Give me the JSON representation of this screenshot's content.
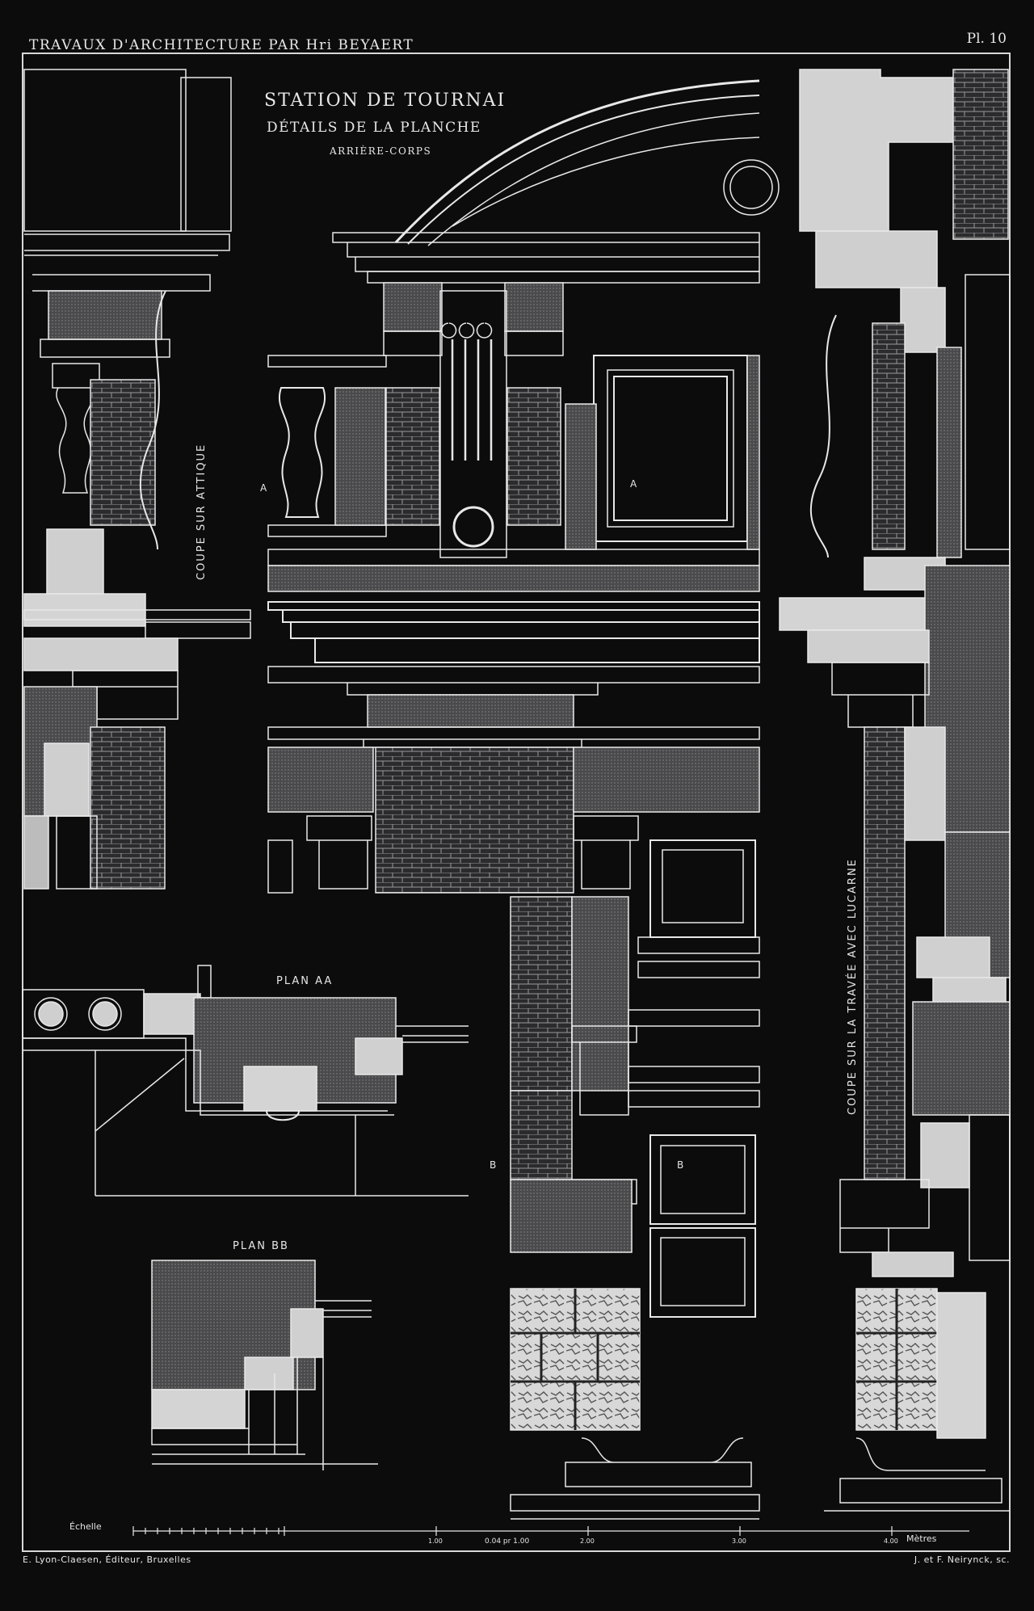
{
  "header": {
    "left": "TRAVAUX D'ARCHITECTURE PAR Hri BEYAERT",
    "right": "Pl. 10"
  },
  "title": {
    "main": "STATION DE TOURNAI",
    "sub": "DÉTAILS DE LA PLANCHE",
    "sub2": "ARRIÈRE-CORPS"
  },
  "labels": {
    "coupe_attique": "COUPE SUR ATTIQUE",
    "coupe_travee": "COUPE SUR LA TRAVÉE AVEC LUCARNE",
    "plan_aa": "PLAN AA",
    "plan_bb": "PLAN BB",
    "marker_a": "A",
    "marker_b": "B"
  },
  "scale": {
    "label": "Échelle",
    "ticks": [
      "1.00",
      "2.00",
      "3.00",
      "4.00"
    ],
    "ratio": "0.04 pr 1.00",
    "unit": "Mètres"
  },
  "footer": {
    "left": "E. Lyon-Claesen, Éditeur, Bruxelles",
    "right": "J. et F. Neirynck, sc."
  },
  "colors": {
    "background": "#0c0c0d",
    "line": "#e8e8e8",
    "stone_fill": "#cfcfcf",
    "hatch_fill": "#6a6a6a"
  }
}
